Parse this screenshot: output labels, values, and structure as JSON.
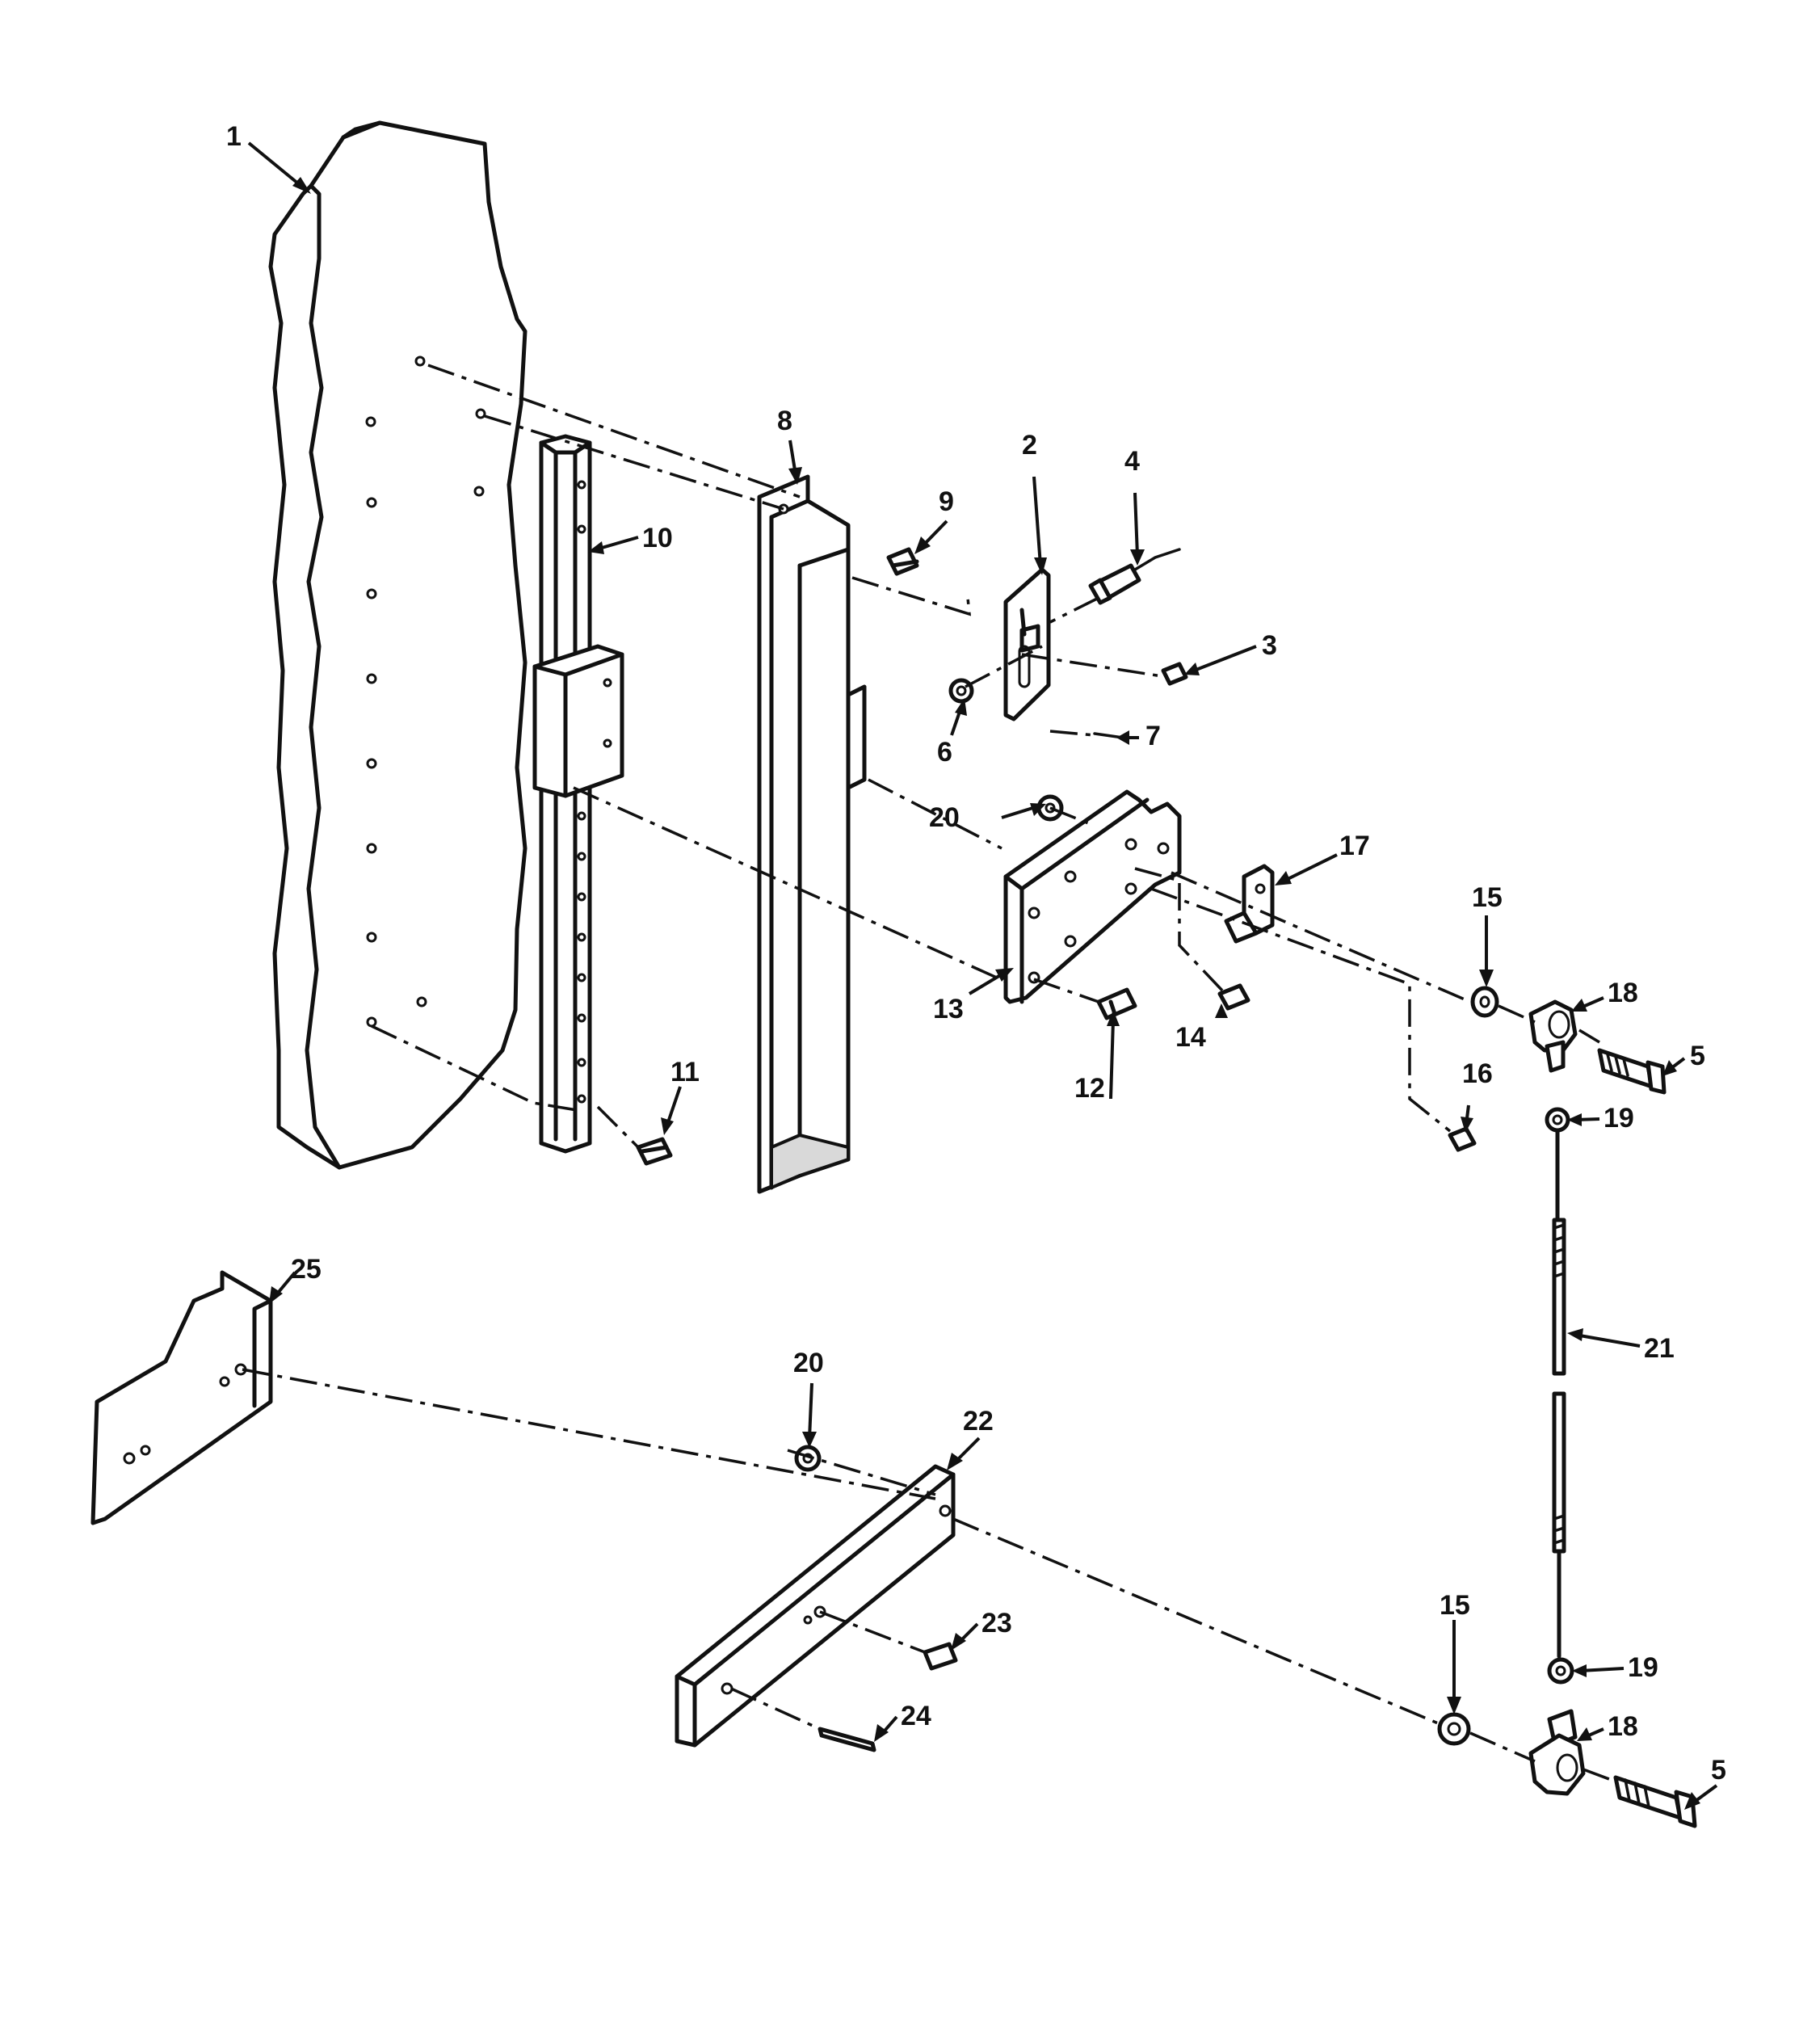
{
  "callouts": [
    {
      "id": "c1",
      "text": "1"
    },
    {
      "id": "c2",
      "text": "2"
    },
    {
      "id": "c3",
      "text": "3"
    },
    {
      "id": "c4",
      "text": "4"
    },
    {
      "id": "c5a",
      "text": "5"
    },
    {
      "id": "c5b",
      "text": "5"
    },
    {
      "id": "c6",
      "text": "6"
    },
    {
      "id": "c7",
      "text": "7"
    },
    {
      "id": "c8",
      "text": "8"
    },
    {
      "id": "c9",
      "text": "9"
    },
    {
      "id": "c10",
      "text": "10"
    },
    {
      "id": "c11",
      "text": "11"
    },
    {
      "id": "c12",
      "text": "12"
    },
    {
      "id": "c13",
      "text": "13"
    },
    {
      "id": "c14",
      "text": "14"
    },
    {
      "id": "c15a",
      "text": "15"
    },
    {
      "id": "c15b",
      "text": "15"
    },
    {
      "id": "c16",
      "text": "16"
    },
    {
      "id": "c17",
      "text": "17"
    },
    {
      "id": "c18a",
      "text": "18"
    },
    {
      "id": "c18b",
      "text": "18"
    },
    {
      "id": "c19a",
      "text": "19"
    },
    {
      "id": "c19b",
      "text": "19"
    },
    {
      "id": "c20a",
      "text": "20"
    },
    {
      "id": "c20b",
      "text": "20"
    },
    {
      "id": "c21",
      "text": "21"
    },
    {
      "id": "c22",
      "text": "22"
    },
    {
      "id": "c23",
      "text": "23"
    },
    {
      "id": "c24",
      "text": "24"
    },
    {
      "id": "c25",
      "text": "25"
    }
  ]
}
